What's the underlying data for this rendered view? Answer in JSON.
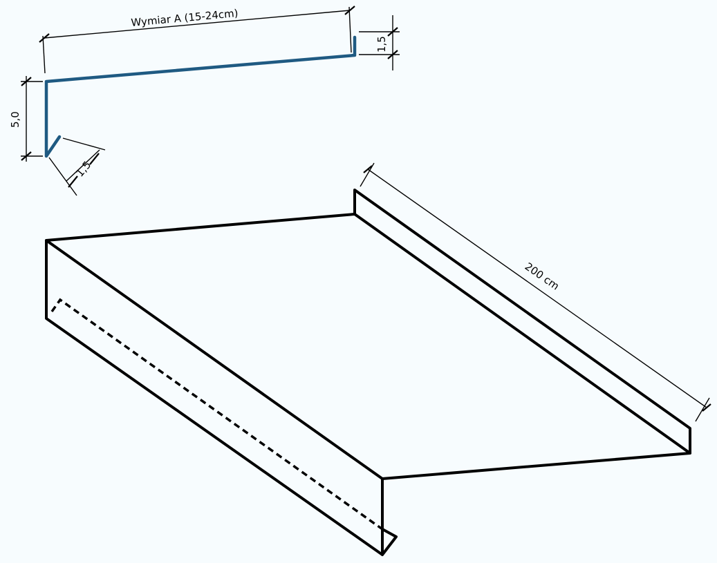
{
  "profile": {
    "color": "#1f5a82",
    "labels": {
      "width_a": "Wymiar A (15-24cm)",
      "back_up": "1,5",
      "front_drop": "5,0",
      "front_return": "1,5"
    }
  },
  "isometric": {
    "labels": {
      "length": "200 cm"
    }
  }
}
